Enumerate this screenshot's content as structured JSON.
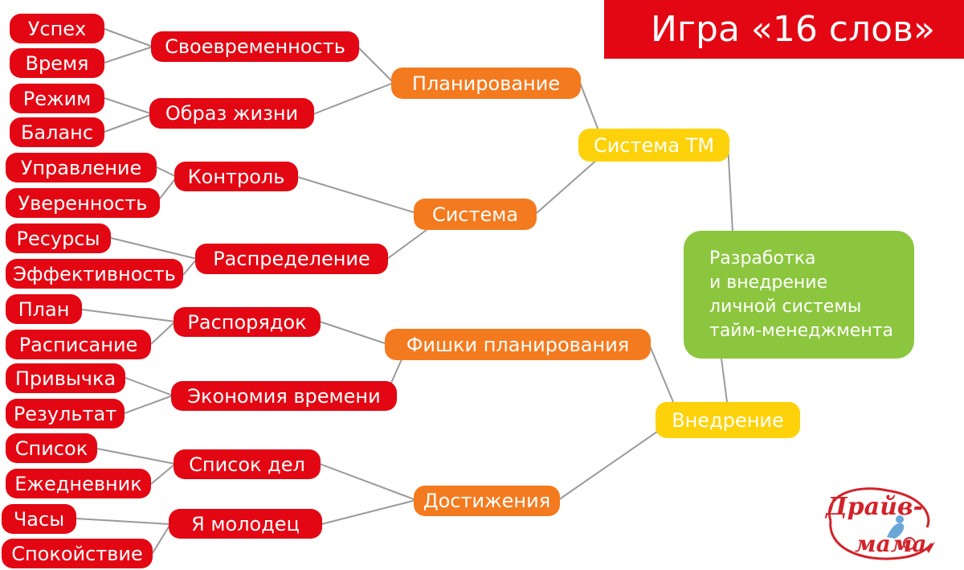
{
  "title": "Игра «16 слов»",
  "center": [
    "Разработка",
    "и внедрение",
    "личной системы",
    "тайм-менеджмента"
  ],
  "level1": [
    "Система ТМ",
    "Внедрение"
  ],
  "level2": [
    "Планирование",
    "Система",
    "Фишки планирования",
    "Достижения"
  ],
  "level3": [
    "Своевременность",
    "Образ жизни",
    "Контроль",
    "Распределение",
    "Распорядок",
    "Экономия времени",
    "Список дел",
    "Я молодец"
  ],
  "level4": [
    "Успех",
    "Время",
    "Режим",
    "Баланс",
    "Управление",
    "Уверенность",
    "Ресурсы",
    "Эффективность",
    "План",
    "Расписание",
    "Привычка",
    "Результат",
    "Список",
    "Ежедневник",
    "Часы",
    "Спокойствие"
  ],
  "logo": {
    "line1": "Драйв-",
    "line2": "мама"
  },
  "colors": {
    "red": "#e30613",
    "orange": "#f47a1f",
    "yellow": "#fdd20a",
    "green": "#8cc63f",
    "connector": "#9a9a9a"
  }
}
